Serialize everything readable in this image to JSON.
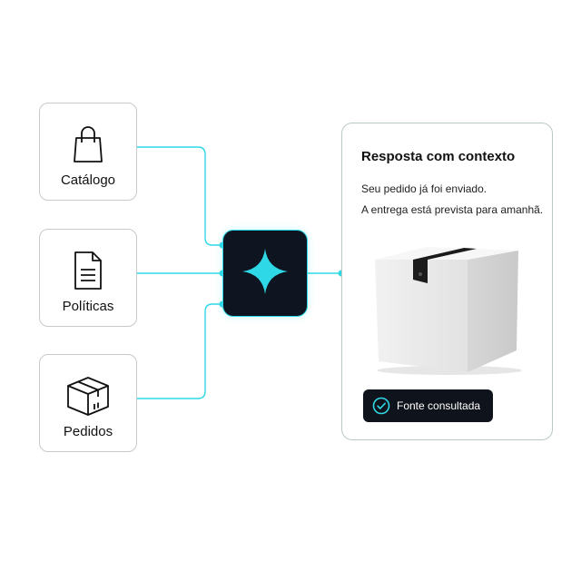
{
  "sources": [
    {
      "label": "Catálogo",
      "icon": "shopping-bag-icon"
    },
    {
      "label": "Políticas",
      "icon": "document-icon"
    },
    {
      "label": "Pedidos",
      "icon": "package-icon"
    }
  ],
  "hub": {
    "icon": "sparkle-icon"
  },
  "answer": {
    "title": "Resposta com contexto",
    "lines": [
      "Seu pedido já foi enviado.",
      "A entrega está prevista para amanhã."
    ],
    "badge": {
      "label": "Fonte consultada",
      "icon": "check-circle-icon"
    }
  },
  "colors": {
    "accent": "#2fd8e6",
    "hub_bg": "#0e1420",
    "badge_bg": "#0f131b"
  }
}
